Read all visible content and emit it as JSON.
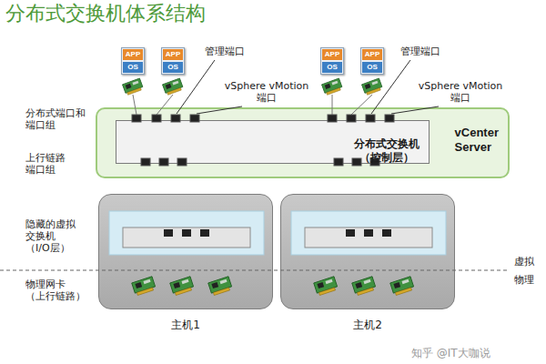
{
  "diagram": {
    "title": "分布式交换机体系结构",
    "nodes": [
      {
        "text": [
          "APP",
          "OS"
        ]
      },
      {
        "text": [
          "APP",
          "OS"
        ]
      },
      {
        "text": [
          "APP",
          "OS"
        ]
      },
      {
        "text": [
          "APP",
          "OS"
        ]
      },
      {
        "text": [
          "vCenter Server"
        ]
      },
      {
        "text": [
          "分布式交换机 （控制层）"
        ],
        "in": 4
      },
      {
        "text": [
          "主机1"
        ]
      },
      {
        "text": [
          "主机2"
        ]
      }
    ],
    "labels": [
      "管理端口",
      "vSphere vMotion 端口",
      "管理端口",
      "vSphere vMotion 端口",
      "分布式端口和 端口组",
      "上行链路 端口组",
      "隐藏的虚拟 交换机 （I/O层）",
      "物理网卡 （上行链路）",
      "虚拟",
      "物理",
      "知乎 @IT大咖说"
    ]
  }
}
